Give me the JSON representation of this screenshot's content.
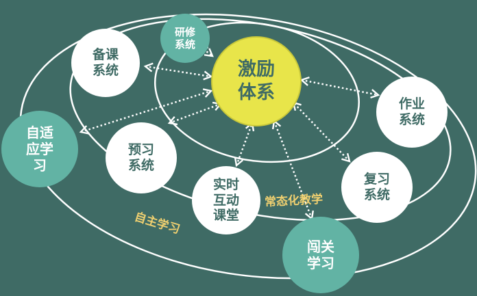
{
  "colors": {
    "background": "#3f6b65",
    "core_fill": "#e8e54a",
    "node_white": "#ffffff",
    "node_teal": "#62b3a4",
    "text_dark": "#3f6b65",
    "label_gold": "#f0d070"
  },
  "core": {
    "line1": "激励",
    "line2": "体系"
  },
  "nodes": [
    {
      "id": "yanxiu",
      "line1": "研修",
      "line2": "系统",
      "style": "teal"
    },
    {
      "id": "beike",
      "line1": "备课",
      "line2": "系统",
      "style": "white"
    },
    {
      "id": "zuoye",
      "line1": "作业",
      "line2": "系统",
      "style": "white"
    },
    {
      "id": "zishiying",
      "line1": "自适",
      "line2": "应学",
      "line3": "习",
      "style": "teal"
    },
    {
      "id": "yuxi",
      "line1": "预习",
      "line2": "系统",
      "style": "white"
    },
    {
      "id": "shishi",
      "line1": "实时",
      "line2": "互动",
      "line3": "课堂",
      "style": "white"
    },
    {
      "id": "fuxi",
      "line1": "复习",
      "line2": "系统",
      "style": "white"
    },
    {
      "id": "chuangguan",
      "line1": "闯关",
      "line2": "学习",
      "style": "teal"
    }
  ],
  "ring_labels": {
    "normal_teaching": "常态化教学",
    "self_learning": "自主学习"
  }
}
